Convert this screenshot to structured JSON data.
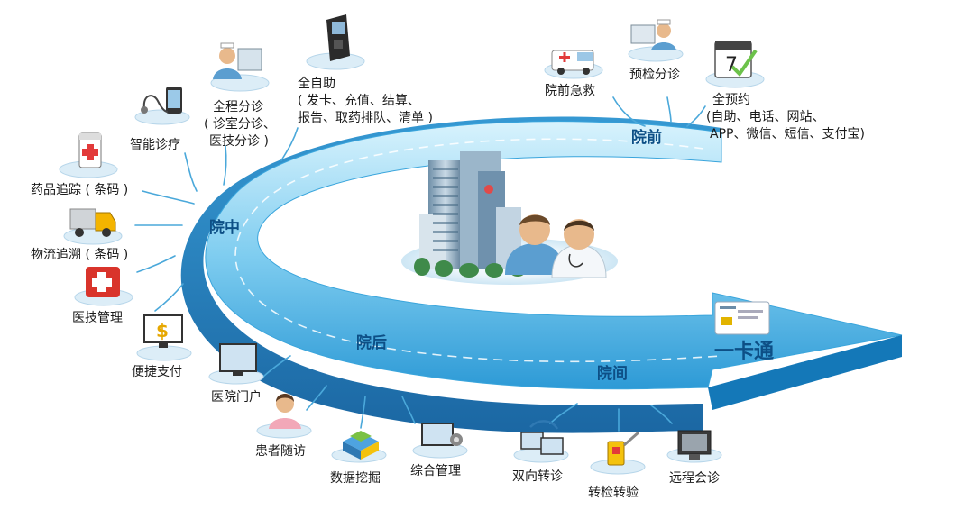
{
  "stages": {
    "pre": "院前",
    "mid": "院中",
    "post": "院后",
    "between": "院间"
  },
  "card_label": "一卡通",
  "services": {
    "prehospital_emergency": "院前急救",
    "pre_triage": "预检分诊",
    "full_appointment": {
      "title": "全预约",
      "line1": "(自助、电话、网站、",
      "line2": "APP、微信、短信、支付宝)"
    },
    "self_service": {
      "title": "全自助",
      "line1": "( 发卡、充值、结算、",
      "line2": "报告、取药排队、清单 )"
    },
    "full_triage": {
      "title": "全程分诊",
      "line1": "( 诊室分诊、",
      "line2": "医技分诊 )"
    },
    "smart_care": "智能诊疗",
    "drug_tracking": "药品追踪 ( 条码 )",
    "logistics_tracing": "物流追溯 ( 条码 )",
    "medtech_mgmt": "医技管理",
    "payment": "便捷支付",
    "portal": "医院门户",
    "followup": "患者随访",
    "data_mining": "数据挖掘",
    "integrated_mgmt": "综合管理",
    "referral": "双向转诊",
    "transfer_test": "转检转验",
    "remote_consult": "远程会诊"
  },
  "colors": {
    "arrow_light": "#bfe9fb",
    "arrow_mid": "#4db6e6",
    "arrow_dark": "#1a86c8",
    "stage_text": "#0d4f86",
    "platform": "#e3f2fa"
  }
}
